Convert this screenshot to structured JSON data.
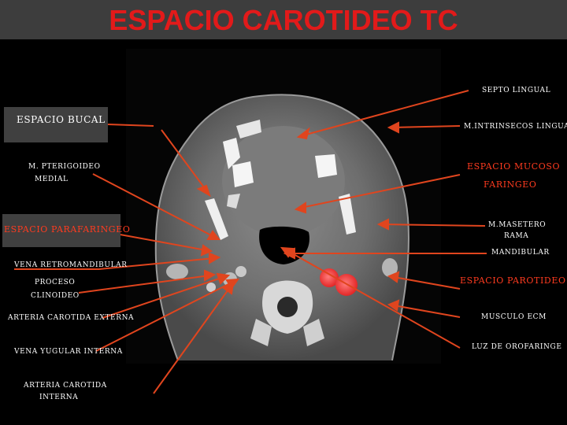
{
  "title": "ESPACIO CAROTIDEO TC",
  "colors": {
    "title": "#e21a1a",
    "arrow": "#e0451e",
    "label_box": "#404040",
    "highlight_label": "#ff3b1f",
    "vessel_highlight": "#ff3030"
  },
  "labels": {
    "septo_lingual": "SEPTO LINGUAL",
    "espacio_bucal": "ESPACIO BUCAL",
    "m_intrinsecos": "M.INTRINSECOS LINGUALES",
    "pterigoideo_1": "M. PTERIGOIDEO",
    "pterigoideo_2": "MEDIAL",
    "mucoso_1": "ESPACIO MUCOSO",
    "mucoso_2": "FARINGEO",
    "parafaringeo": "ESPACIO PARAFARINGEO",
    "masetero_1": "M.MASETERO",
    "masetero_2": "RAMA",
    "mandibular": "MANDIBULAR",
    "vena_retro": "VENA RETROMANDIBULAR",
    "proceso": "PROCESO",
    "clinoideo": "CLINOIDEO",
    "parotideo": "ESPACIO PAROTIDEO",
    "carotida_externa": "ARTERIA CAROTIDA EXTERNA",
    "ecm": "MUSCULO ECM",
    "yugular": "VENA YUGULAR INTERNA",
    "orofaringe": "LUZ DE OROFARINGE",
    "carotida_int_1": "ARTERIA CAROTIDA",
    "carotida_int_2": "INTERNA"
  }
}
